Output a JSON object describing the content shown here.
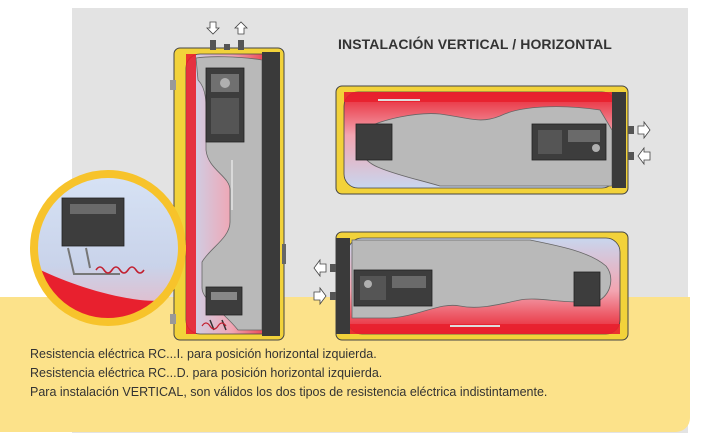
{
  "title": "INSTALACIÓN VERTICAL / HORIZONTAL",
  "notes": [
    "Resistencia eléctrica RC...I. para posición horizontal izquierda.",
    "Resistencia eléctrica RC...D. para posición horizontal izquierda.",
    "Para instalación VERTICAL, son válidos los dos tipos de resistencia eléctrica indistintamente."
  ],
  "colors": {
    "panel": "#e3e3e3",
    "band": "#fce28a",
    "shell": "#f2d23a",
    "water": "#e8202e",
    "tank": "#b9b9b9",
    "zoom_ring": "#f7c32b"
  },
  "icons": [
    "arrow-in-icon",
    "arrow-out-icon",
    "heating-element-icon",
    "thermostat-icon"
  ]
}
